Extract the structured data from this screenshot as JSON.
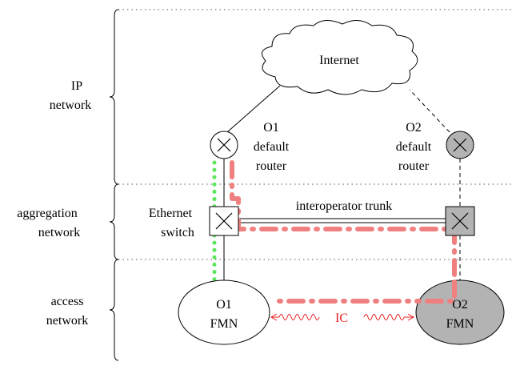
{
  "layers": {
    "ip": [
      "IP",
      "network"
    ],
    "aggregation": [
      "aggregation",
      "network"
    ],
    "access": [
      "access",
      "network"
    ]
  },
  "nodes": {
    "internet": "Internet",
    "o1_router": [
      "O1",
      "default",
      "router"
    ],
    "o2_router": [
      "O2",
      "default",
      "router"
    ],
    "ethernet_switch": [
      "Ethernet",
      "switch"
    ],
    "trunk": "interoperator trunk",
    "o1_fmn": [
      "O1",
      "FMN"
    ],
    "o2_fmn": [
      "O2",
      "FMN"
    ],
    "ic": "IC"
  },
  "colors": {
    "o1_fill": "#ffffff",
    "o2_fill": "#b3b3b3",
    "green_path": "#5ce65c",
    "red_path": "#f08080",
    "ic_text": "#e81e1e"
  }
}
